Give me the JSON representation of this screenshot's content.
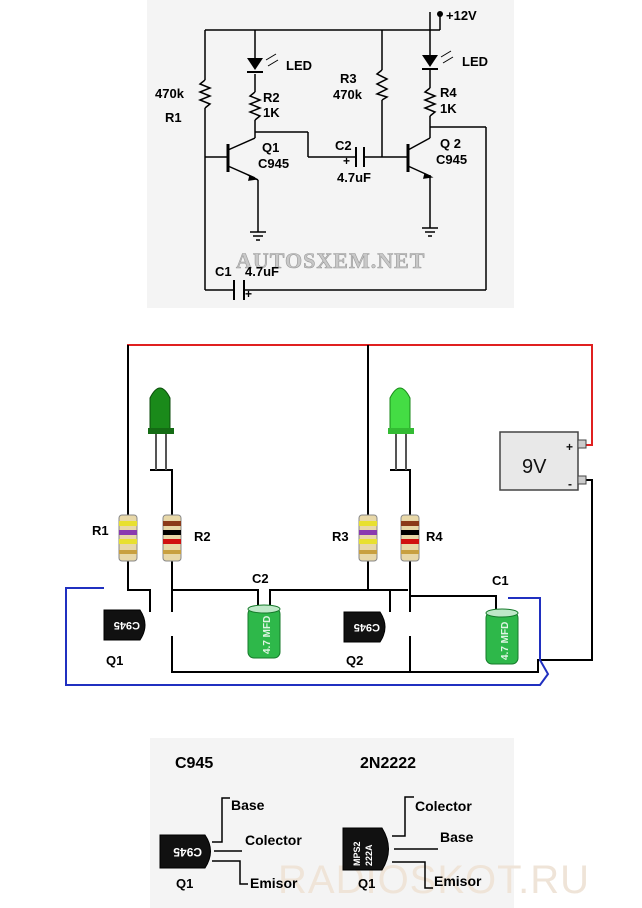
{
  "schematic": {
    "supply_label": "+12V",
    "led1_label": "LED",
    "led2_label": "LED",
    "r1_value": "470k",
    "r1_name": "R1",
    "r2_name": "R2",
    "r2_value": "1K",
    "r3_name": "R3",
    "r3_value": "470k",
    "r4_name": "R4",
    "r4_value": "1K",
    "q1_name": "Q1",
    "q1_part": "C945",
    "q2_name": "Q 2",
    "q2_part": "C945",
    "c2_name": "C2",
    "c2_value": "4.7uF",
    "c1_name": "C1",
    "c1_value": "4.7uF",
    "plus": "+",
    "watermark": "AUTOSXEM.NET"
  },
  "breadboard": {
    "battery_label": "9V",
    "battery_plus": "+",
    "battery_minus": "-",
    "r1": "R1",
    "r2": "R2",
    "r3": "R3",
    "r4": "R4",
    "c1": "C1",
    "c2": "C2",
    "q1": "Q1",
    "q2": "Q2",
    "q_marking": "C945",
    "cap_marking": "4.7 MFD"
  },
  "pinout": {
    "c945_title": "C945",
    "n2222_title": "2N2222",
    "left_base": "Base",
    "left_collector": "Colector",
    "left_emitter": "Emisor",
    "left_q": "Q1",
    "left_marking": "C945",
    "right_collector": "Colector",
    "right_base": "Base",
    "right_emitter": "Emisor",
    "right_q": "Q1",
    "right_marking_1": "MPS2",
    "right_marking_2": "222A",
    "watermark": "RADIOSKOT.RU"
  },
  "colors": {
    "red_wire": "#e02020",
    "blue_wire": "#2030c0",
    "wire": "#000000",
    "led_dark": "#1a8a1a",
    "led_light": "#44dd44",
    "cap_green": "#2eb84a",
    "battery": "#e8e8e8"
  }
}
